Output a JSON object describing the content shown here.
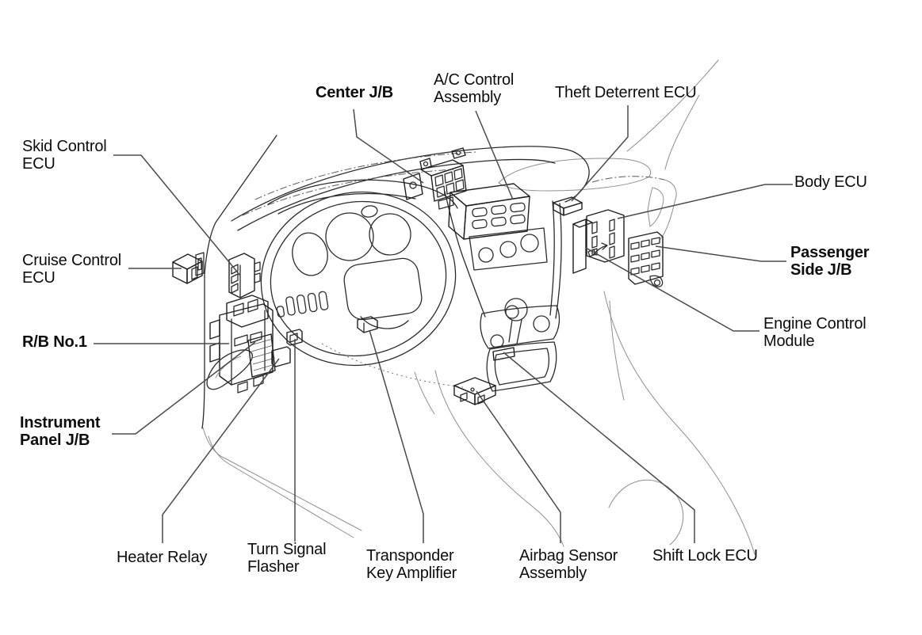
{
  "figure": {
    "kind": "vehicle instrument panel component location line-art diagram",
    "background_color": "#ffffff",
    "line_color": "#2b2b2b",
    "leader_color": "#4a4a4a",
    "text_color": "#0d0d0d"
  },
  "diagram": {
    "labels": [
      {
        "id": "skid-control-ecu",
        "text": "Skid Control\nECU",
        "bold": false
      },
      {
        "id": "cruise-control-ecu",
        "text": "Cruise Control\nECU",
        "bold": false
      },
      {
        "id": "rb-no1",
        "text": "R/B No.1",
        "bold": true
      },
      {
        "id": "instrument-panel-jb",
        "text": "Instrument\nPanel J/B",
        "bold": true
      },
      {
        "id": "heater-relay",
        "text": "Heater Relay",
        "bold": false
      },
      {
        "id": "turn-signal-flasher",
        "text": "Turn Signal\nFlasher",
        "bold": false
      },
      {
        "id": "transponder-key-amplifier",
        "text": "Transponder\nKey Amplifier",
        "bold": false
      },
      {
        "id": "airbag-sensor-assembly",
        "text": "Airbag Sensor\nAssembly",
        "bold": false
      },
      {
        "id": "shift-lock-ecu",
        "text": "Shift Lock ECU",
        "bold": false
      },
      {
        "id": "center-jb",
        "text": "Center J/B",
        "bold": true
      },
      {
        "id": "ac-control-assembly",
        "text": "A/C Control\nAssembly",
        "bold": false
      },
      {
        "id": "theft-deterrent-ecu",
        "text": "Theft Deterrent ECU",
        "bold": false
      },
      {
        "id": "body-ecu",
        "text": "Body ECU",
        "bold": false
      },
      {
        "id": "passenger-side-jb",
        "text": "Passenger\nSide J/B",
        "bold": true
      },
      {
        "id": "engine-control-module",
        "text": "Engine Control\nModule",
        "bold": false
      }
    ]
  }
}
